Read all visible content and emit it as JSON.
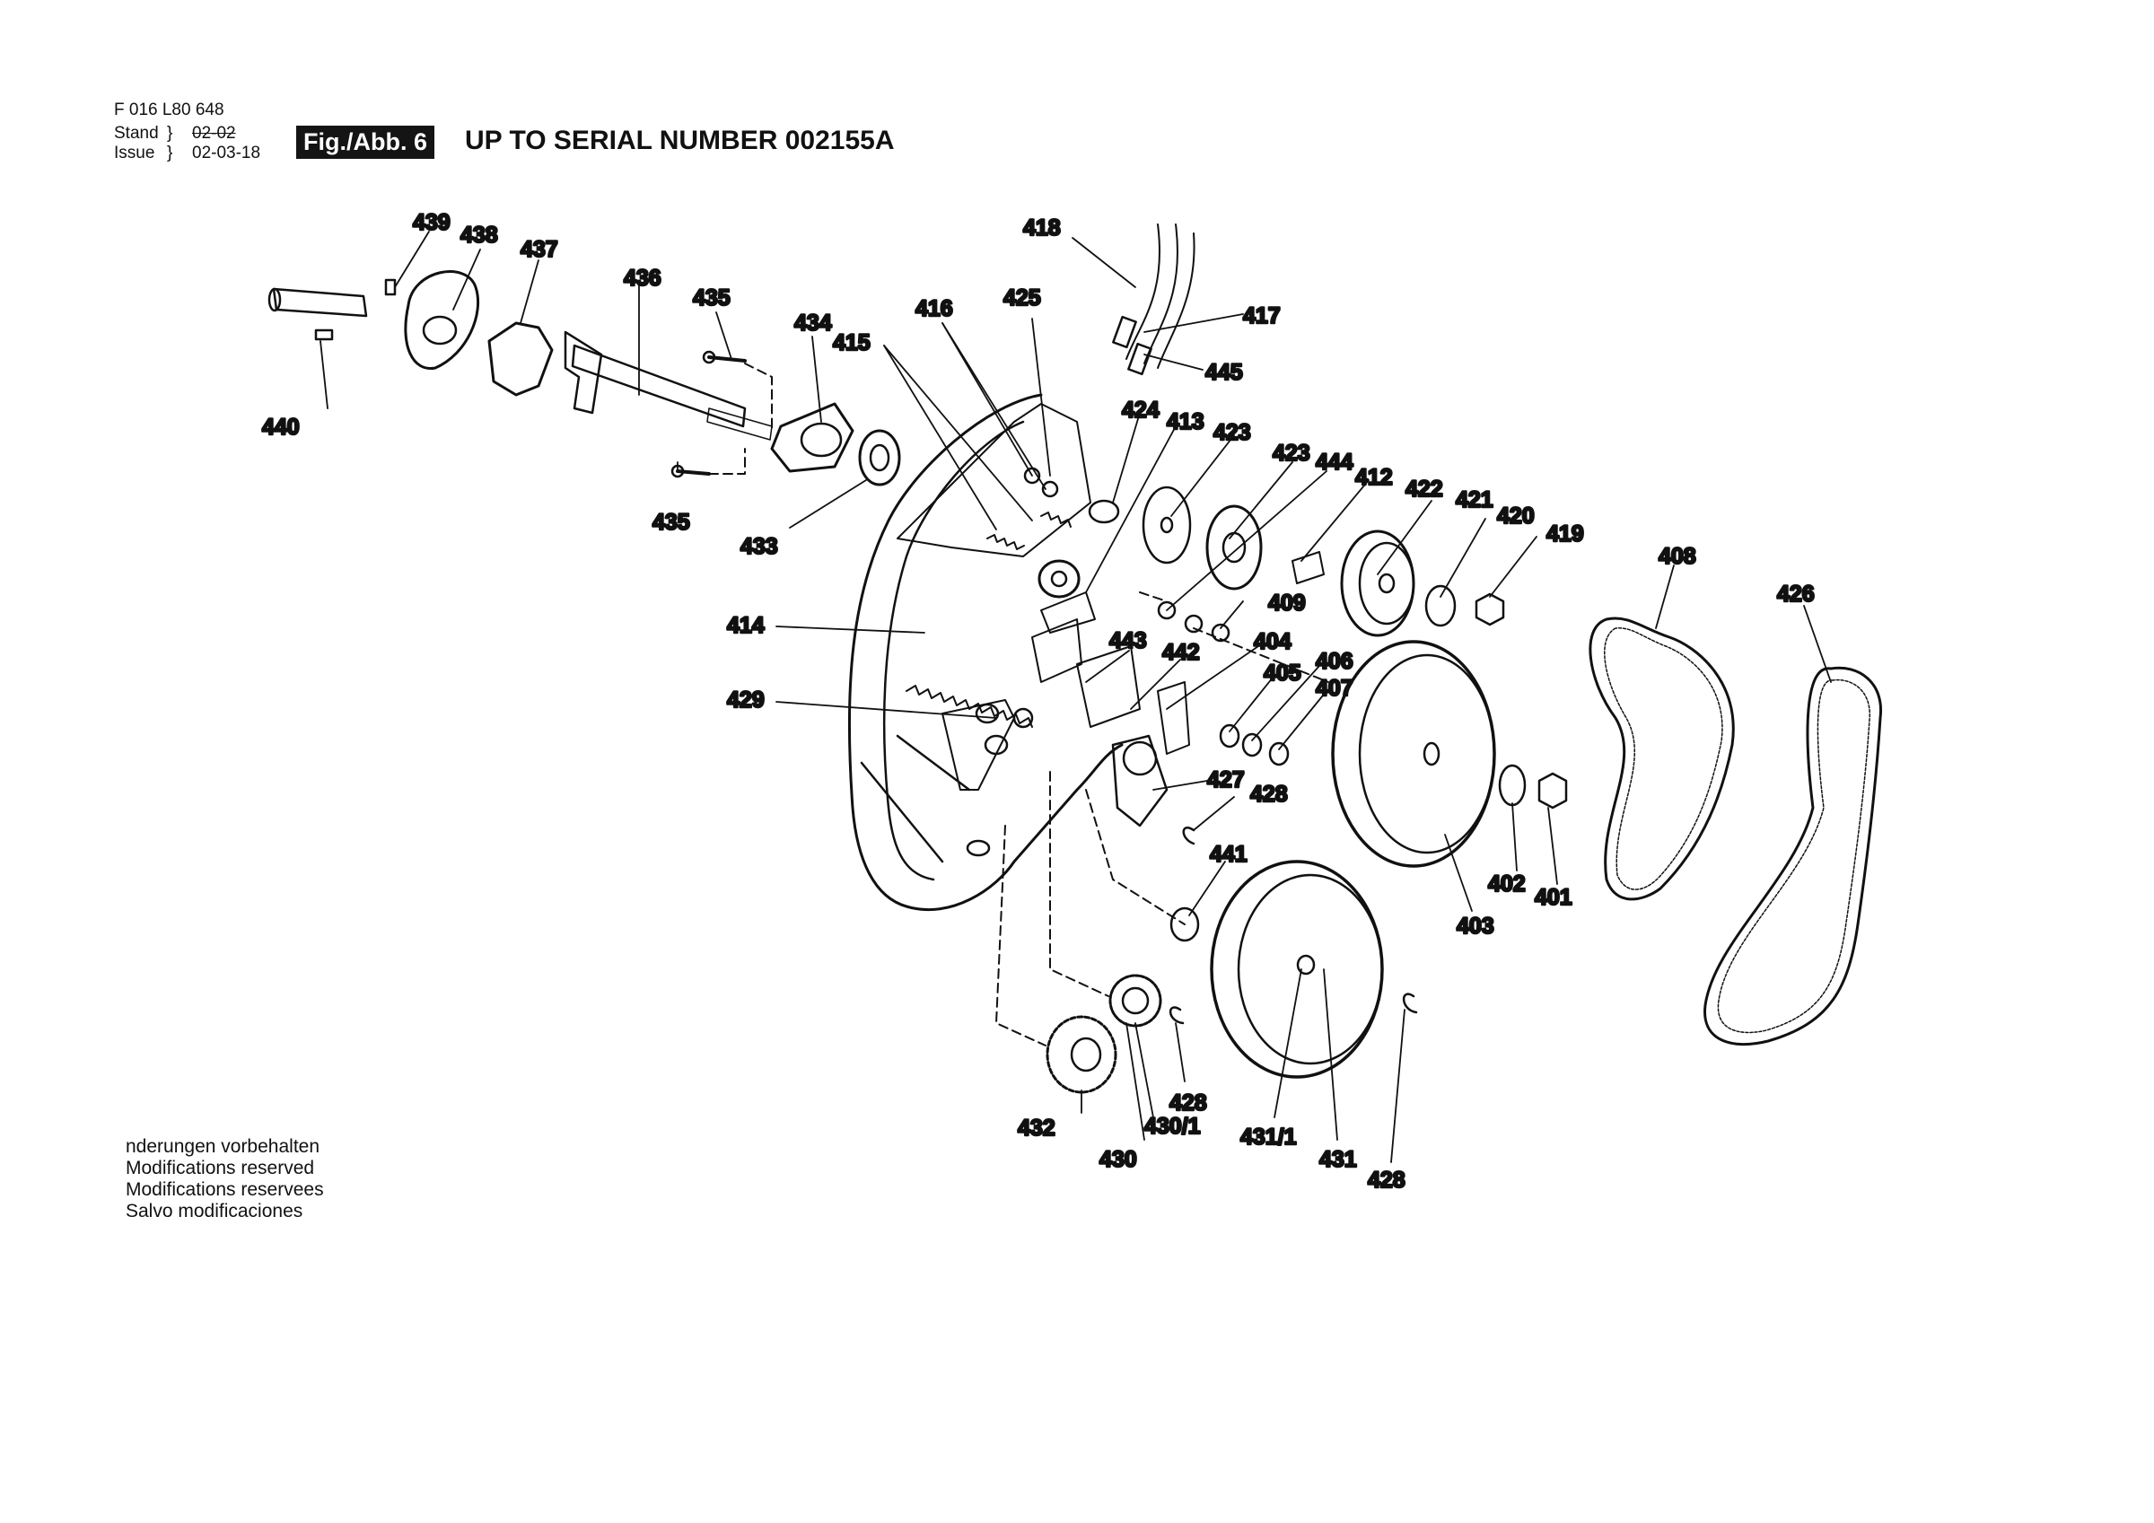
{
  "header": {
    "doc_number": "F 016 L80 648",
    "stand_label": "Stand",
    "stand_value": "02-02",
    "issue_label": "Issue",
    "issue_value": "02-03-18",
    "figure_badge": "Fig./Abb. 6",
    "figure_title": "UP TO SERIAL NUMBER 002155A"
  },
  "notice": [
    "nderungen vorbehalten",
    "Modifications reserved",
    "Modifications reservees",
    "Salvo modificaciones"
  ],
  "callouts": [
    "439",
    "438",
    "437",
    "436",
    "435",
    "434",
    "415",
    "416",
    "425",
    "418",
    "417",
    "445",
    "424",
    "413",
    "423",
    "423",
    "444",
    "412",
    "422",
    "421",
    "420",
    "419",
    "408",
    "426",
    "440",
    "433",
    "435",
    "414",
    "409",
    "443",
    "442",
    "404",
    "405",
    "406",
    "407",
    "429",
    "427",
    "428",
    "441",
    "402",
    "401",
    "403",
    "432",
    "430/1",
    "430",
    "428",
    "431/1",
    "431",
    "428"
  ]
}
